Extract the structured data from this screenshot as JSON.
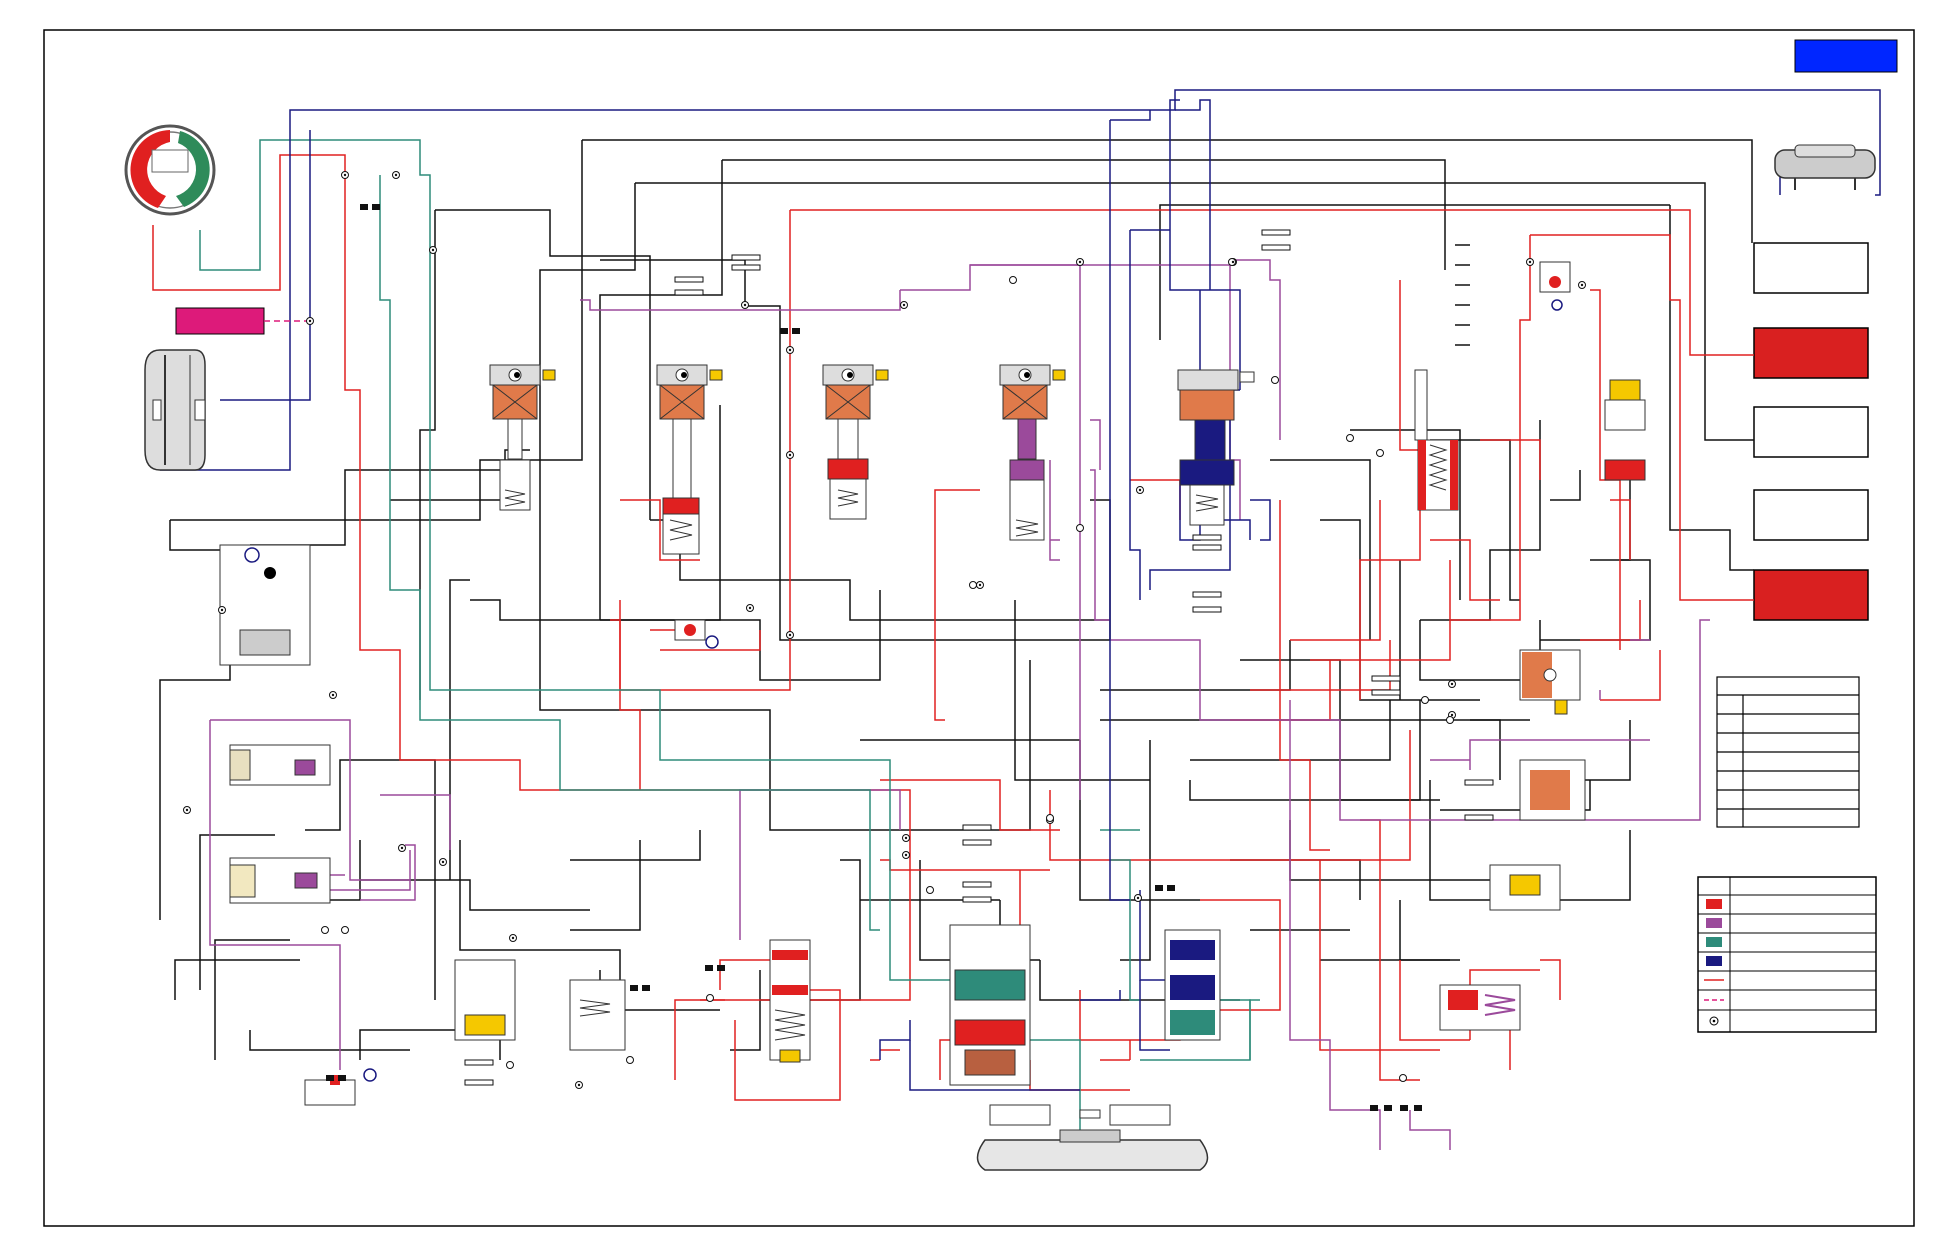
{
  "colors": {
    "line_pressure": "#e02020",
    "regulated": "#9b4a9b",
    "converter": "#2e8b7a",
    "lube": "#1a1a80",
    "exhaust": "#111111",
    "accent_blue": "#0026ff",
    "solenoid_orange": "#e07a4a",
    "magenta_box": "#dd1a7a"
  },
  "icons": {
    "pump": "gear-pump-icon",
    "torque_converter": "torque-converter-icon",
    "cooler": "cooler-icon",
    "solenoid": "solenoid-icon",
    "valve": "spool-valve-icon",
    "check_ball": "check-ball-icon",
    "orifice": "orifice-icon"
  },
  "legend": {
    "swatches": [
      "#e02020",
      "#9b4a9b",
      "#2e8b7a",
      "#1a1a80",
      "solid-line",
      "dashed-line",
      "circle-dot"
    ]
  }
}
